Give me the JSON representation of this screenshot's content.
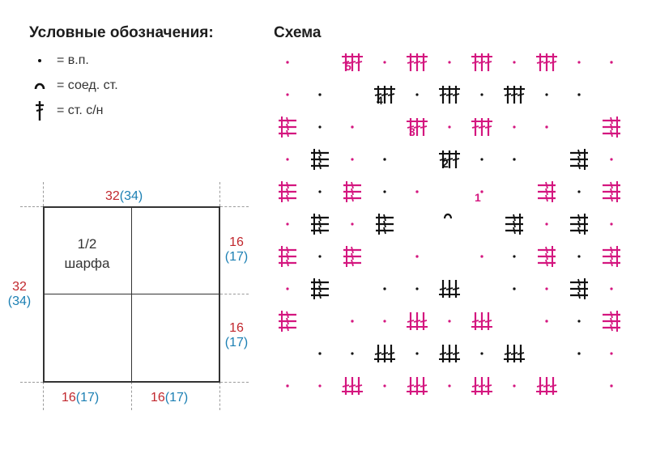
{
  "legend": {
    "title": "Условные обозначения:",
    "items": [
      {
        "icon": "chain-dot-icon",
        "text": "= в.п."
      },
      {
        "icon": "slip-stitch-icon",
        "text": "= соед. ст."
      },
      {
        "icon": "double-crochet-icon",
        "text": "= ст. с/н"
      }
    ]
  },
  "scheme": {
    "title": "Схема",
    "round_labels": [
      "1",
      "2",
      "3",
      "4",
      "5"
    ],
    "colors": {
      "odd_rounds": "#d4167f",
      "even_rounds": "#111111"
    }
  },
  "sizes": {
    "top_width": {
      "a": "32",
      "b": "(34)"
    },
    "left_height": {
      "a": "32",
      "b": "(34)"
    },
    "right_upper": {
      "a": "16",
      "b": "(17)"
    },
    "right_lower": {
      "a": "16",
      "b": "(17)"
    },
    "bottom_left": {
      "a": "16",
      "b": "(17)"
    },
    "bottom_right": {
      "a": "16",
      "b": "(17)"
    },
    "half_label_line1": "1/2",
    "half_label_line2": "шарфа"
  }
}
